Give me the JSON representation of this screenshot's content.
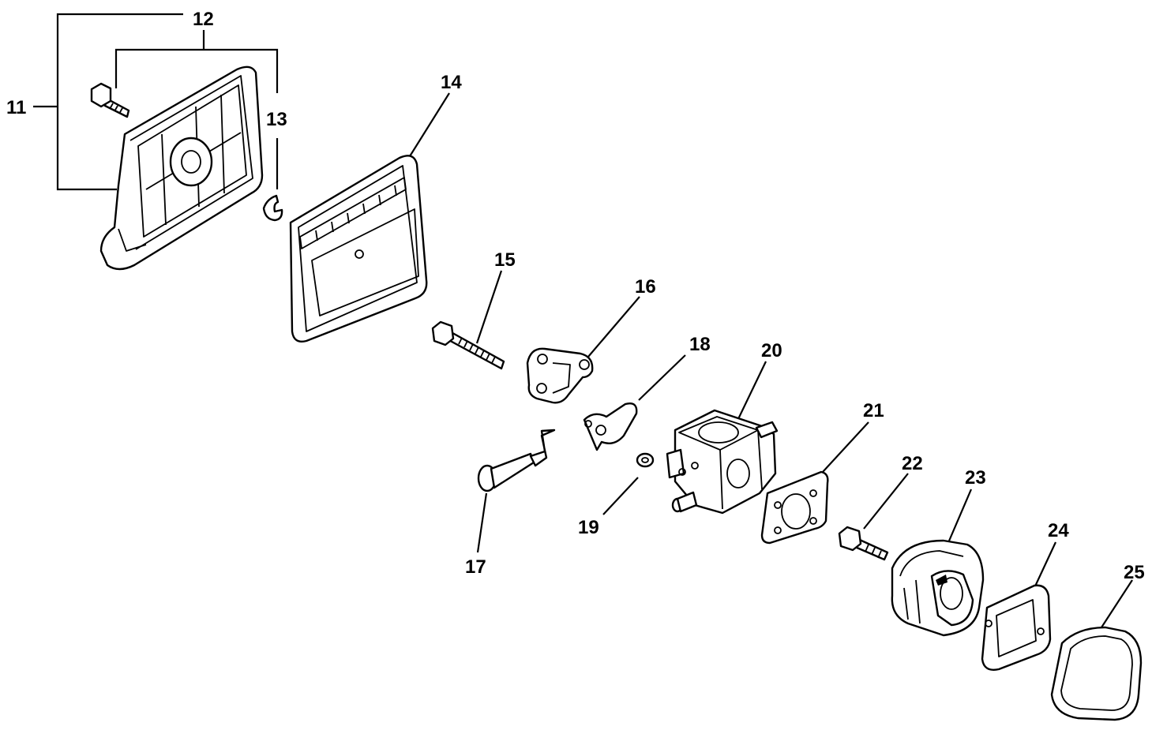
{
  "diagram": {
    "callouts": [
      {
        "id": "11",
        "label": "11"
      },
      {
        "id": "12",
        "label": "12"
      },
      {
        "id": "13",
        "label": "13"
      },
      {
        "id": "14",
        "label": "14"
      },
      {
        "id": "15",
        "label": "15"
      },
      {
        "id": "16",
        "label": "16"
      },
      {
        "id": "17",
        "label": "17"
      },
      {
        "id": "18",
        "label": "18"
      },
      {
        "id": "19",
        "label": "19"
      },
      {
        "id": "20",
        "label": "20"
      },
      {
        "id": "21",
        "label": "21"
      },
      {
        "id": "22",
        "label": "22"
      },
      {
        "id": "23",
        "label": "23"
      },
      {
        "id": "24",
        "label": "24"
      },
      {
        "id": "25",
        "label": "25"
      }
    ],
    "colors": {
      "line": "#000000",
      "background": "#ffffff"
    }
  }
}
